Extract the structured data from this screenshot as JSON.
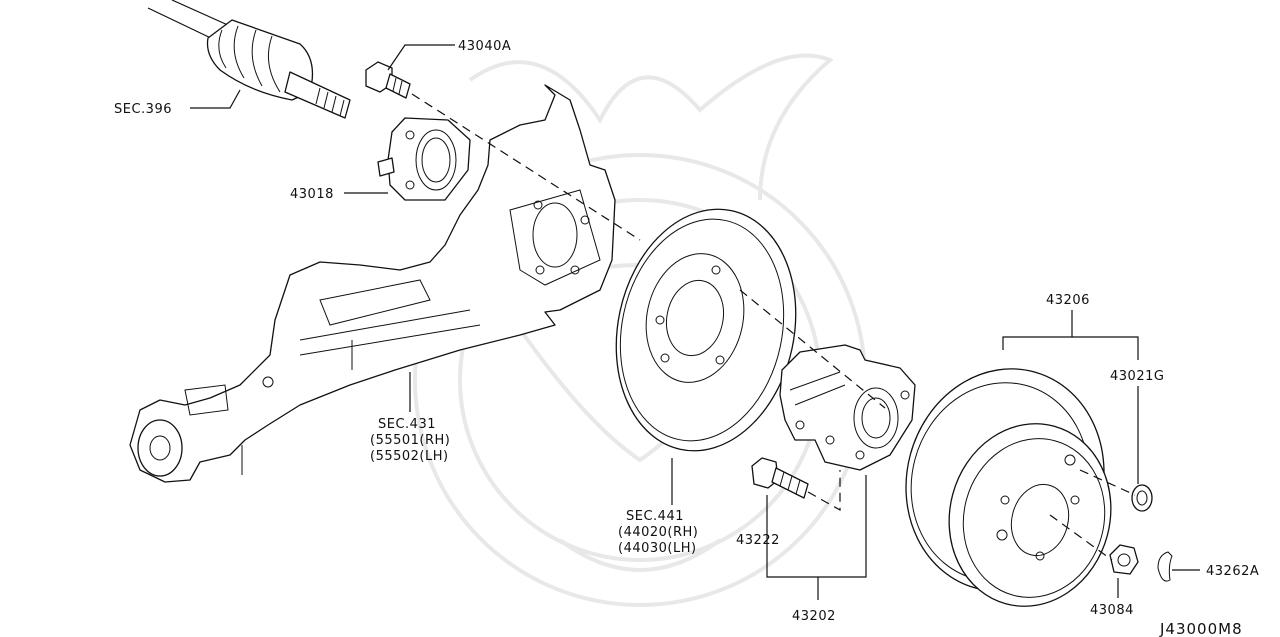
{
  "labels": {
    "sec396": "SEC.396",
    "p43040a": "43040A",
    "p43018": "43018",
    "sec431": "SEC.431",
    "p55501": "(55501(RH)",
    "p55502": "(55502(LH)",
    "sec441": "SEC.441",
    "p44020": "(44020(RH)",
    "p44030": "(44030(LH)",
    "p43222": "43222",
    "p43202": "43202",
    "p43206": "43206",
    "p43021g": "43021G",
    "p43084": "43084",
    "p43262a": "43262A"
  },
  "diagram_code": "J43000M8",
  "colors": {
    "line": "#111111",
    "watermark": "#e8e8e8"
  }
}
